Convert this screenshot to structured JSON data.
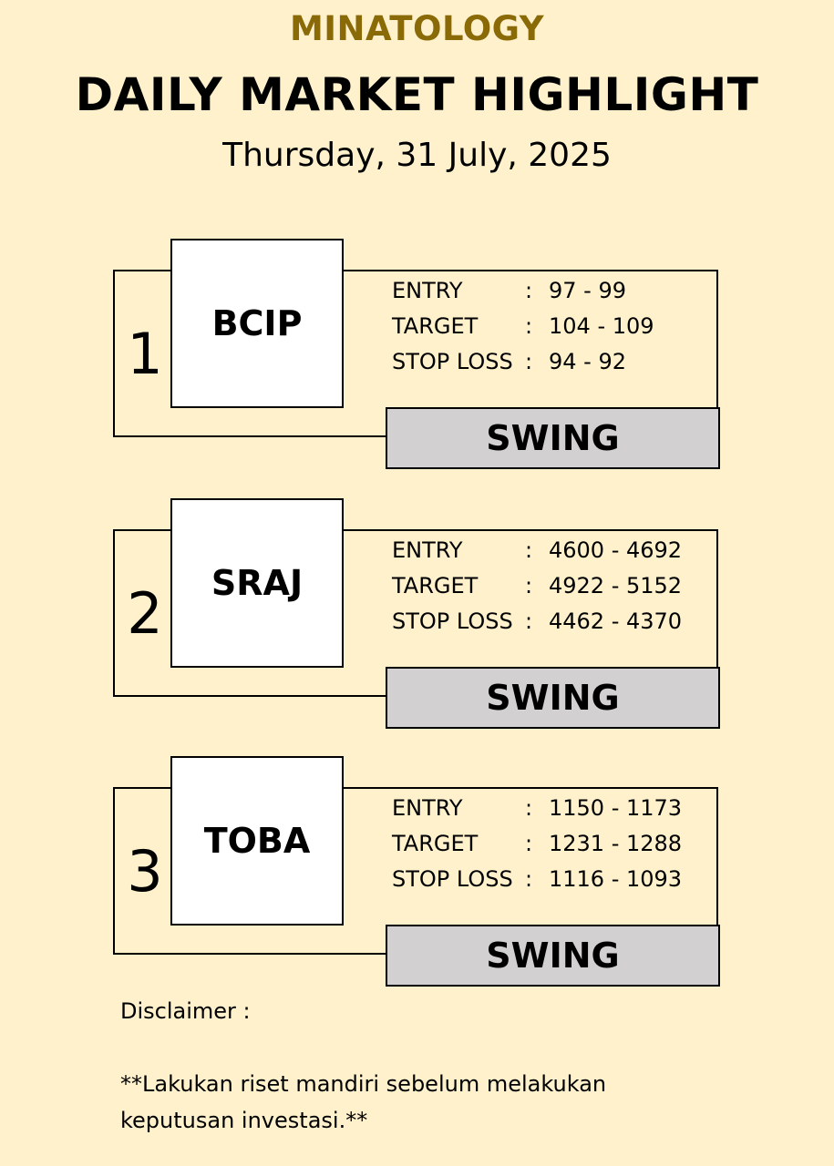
{
  "header": {
    "brand": "MINATOLOGY",
    "title": "DAILY MARKET HIGHLIGHT",
    "date": "Thursday, 31 July, 2025"
  },
  "labels": {
    "entry": "ENTRY",
    "target": "TARGET",
    "stop_loss": "STOP LOSS",
    "separator": ":"
  },
  "picks": [
    {
      "number": "1",
      "ticker": "BCIP",
      "entry": "97 - 99",
      "target": "104 - 109",
      "stop_loss": "94 - 92",
      "strategy": "SWING"
    },
    {
      "number": "2",
      "ticker": "SRAJ",
      "entry": "4600 - 4692",
      "target": "4922 - 5152",
      "stop_loss": "4462 - 4370",
      "strategy": "SWING"
    },
    {
      "number": "3",
      "ticker": "TOBA",
      "entry": "1150 - 1173",
      "target": "1231 - 1288",
      "stop_loss": "1116 - 1093",
      "strategy": "SWING"
    }
  ],
  "disclaimer": {
    "label": "Disclaimer :",
    "line1": "**Lakukan riset mandiri sebelum melakukan",
    "line2": "keputusan investasi.**"
  }
}
